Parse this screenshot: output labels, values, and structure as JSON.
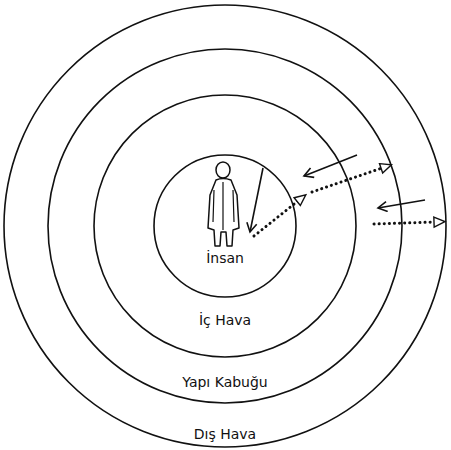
{
  "diagram": {
    "nodes": [
      {
        "text": [
          "Dış Hava"
        ]
      },
      {
        "text": [
          "Yapı Kabuğu"
        ],
        "in": 0
      },
      {
        "text": [
          "İç Hava"
        ],
        "in": 1
      },
      {
        "text": [
          "İnsan"
        ],
        "in": 2
      }
    ],
    "edges": [
      {
        "from": 2,
        "to": 3,
        "arrow": "to"
      },
      {
        "from": 3,
        "to": 2,
        "arrow": "to"
      },
      {
        "from": 1,
        "to": 2,
        "arrow": "to"
      },
      {
        "from": 2,
        "to": 1,
        "arrow": "to"
      },
      {
        "from": 0,
        "to": 1,
        "arrow": "to"
      },
      {
        "from": 1,
        "to": 0,
        "arrow": "to"
      }
    ]
  }
}
